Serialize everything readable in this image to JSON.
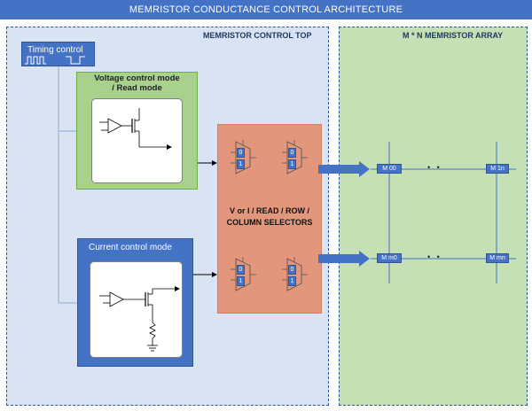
{
  "header": {
    "title": "MEMRISTOR CONDUCTANCE CONTROL ARCHITECTURE"
  },
  "control_panel": {
    "title": "MEMRISTOR CONTROL TOP"
  },
  "array_panel": {
    "title": "M * N MEMRISTOR ARRAY"
  },
  "timing": {
    "label": "Timing control"
  },
  "voltage_mode": {
    "label_line1": "Voltage control mode",
    "label_line2": "/  Read mode"
  },
  "current_mode": {
    "label": "Current control mode"
  },
  "selectors": {
    "label_line1": "V or I / READ  / ROW /",
    "label_line2": "COLUMN SELECTORS",
    "mux_input_0": "0",
    "mux_input_1": "1"
  },
  "array": {
    "cells": [
      "M 00",
      "M 1n",
      "M m0",
      "M mn"
    ],
    "ellipsis": "•   •"
  },
  "colors": {
    "title_bar": "#4472c4",
    "control_panel": "#dae3f3",
    "array_panel": "#c5e0b4",
    "voltage_block": "#a9d18e",
    "current_block": "#4472c4",
    "selector_block": "#e2977d"
  }
}
